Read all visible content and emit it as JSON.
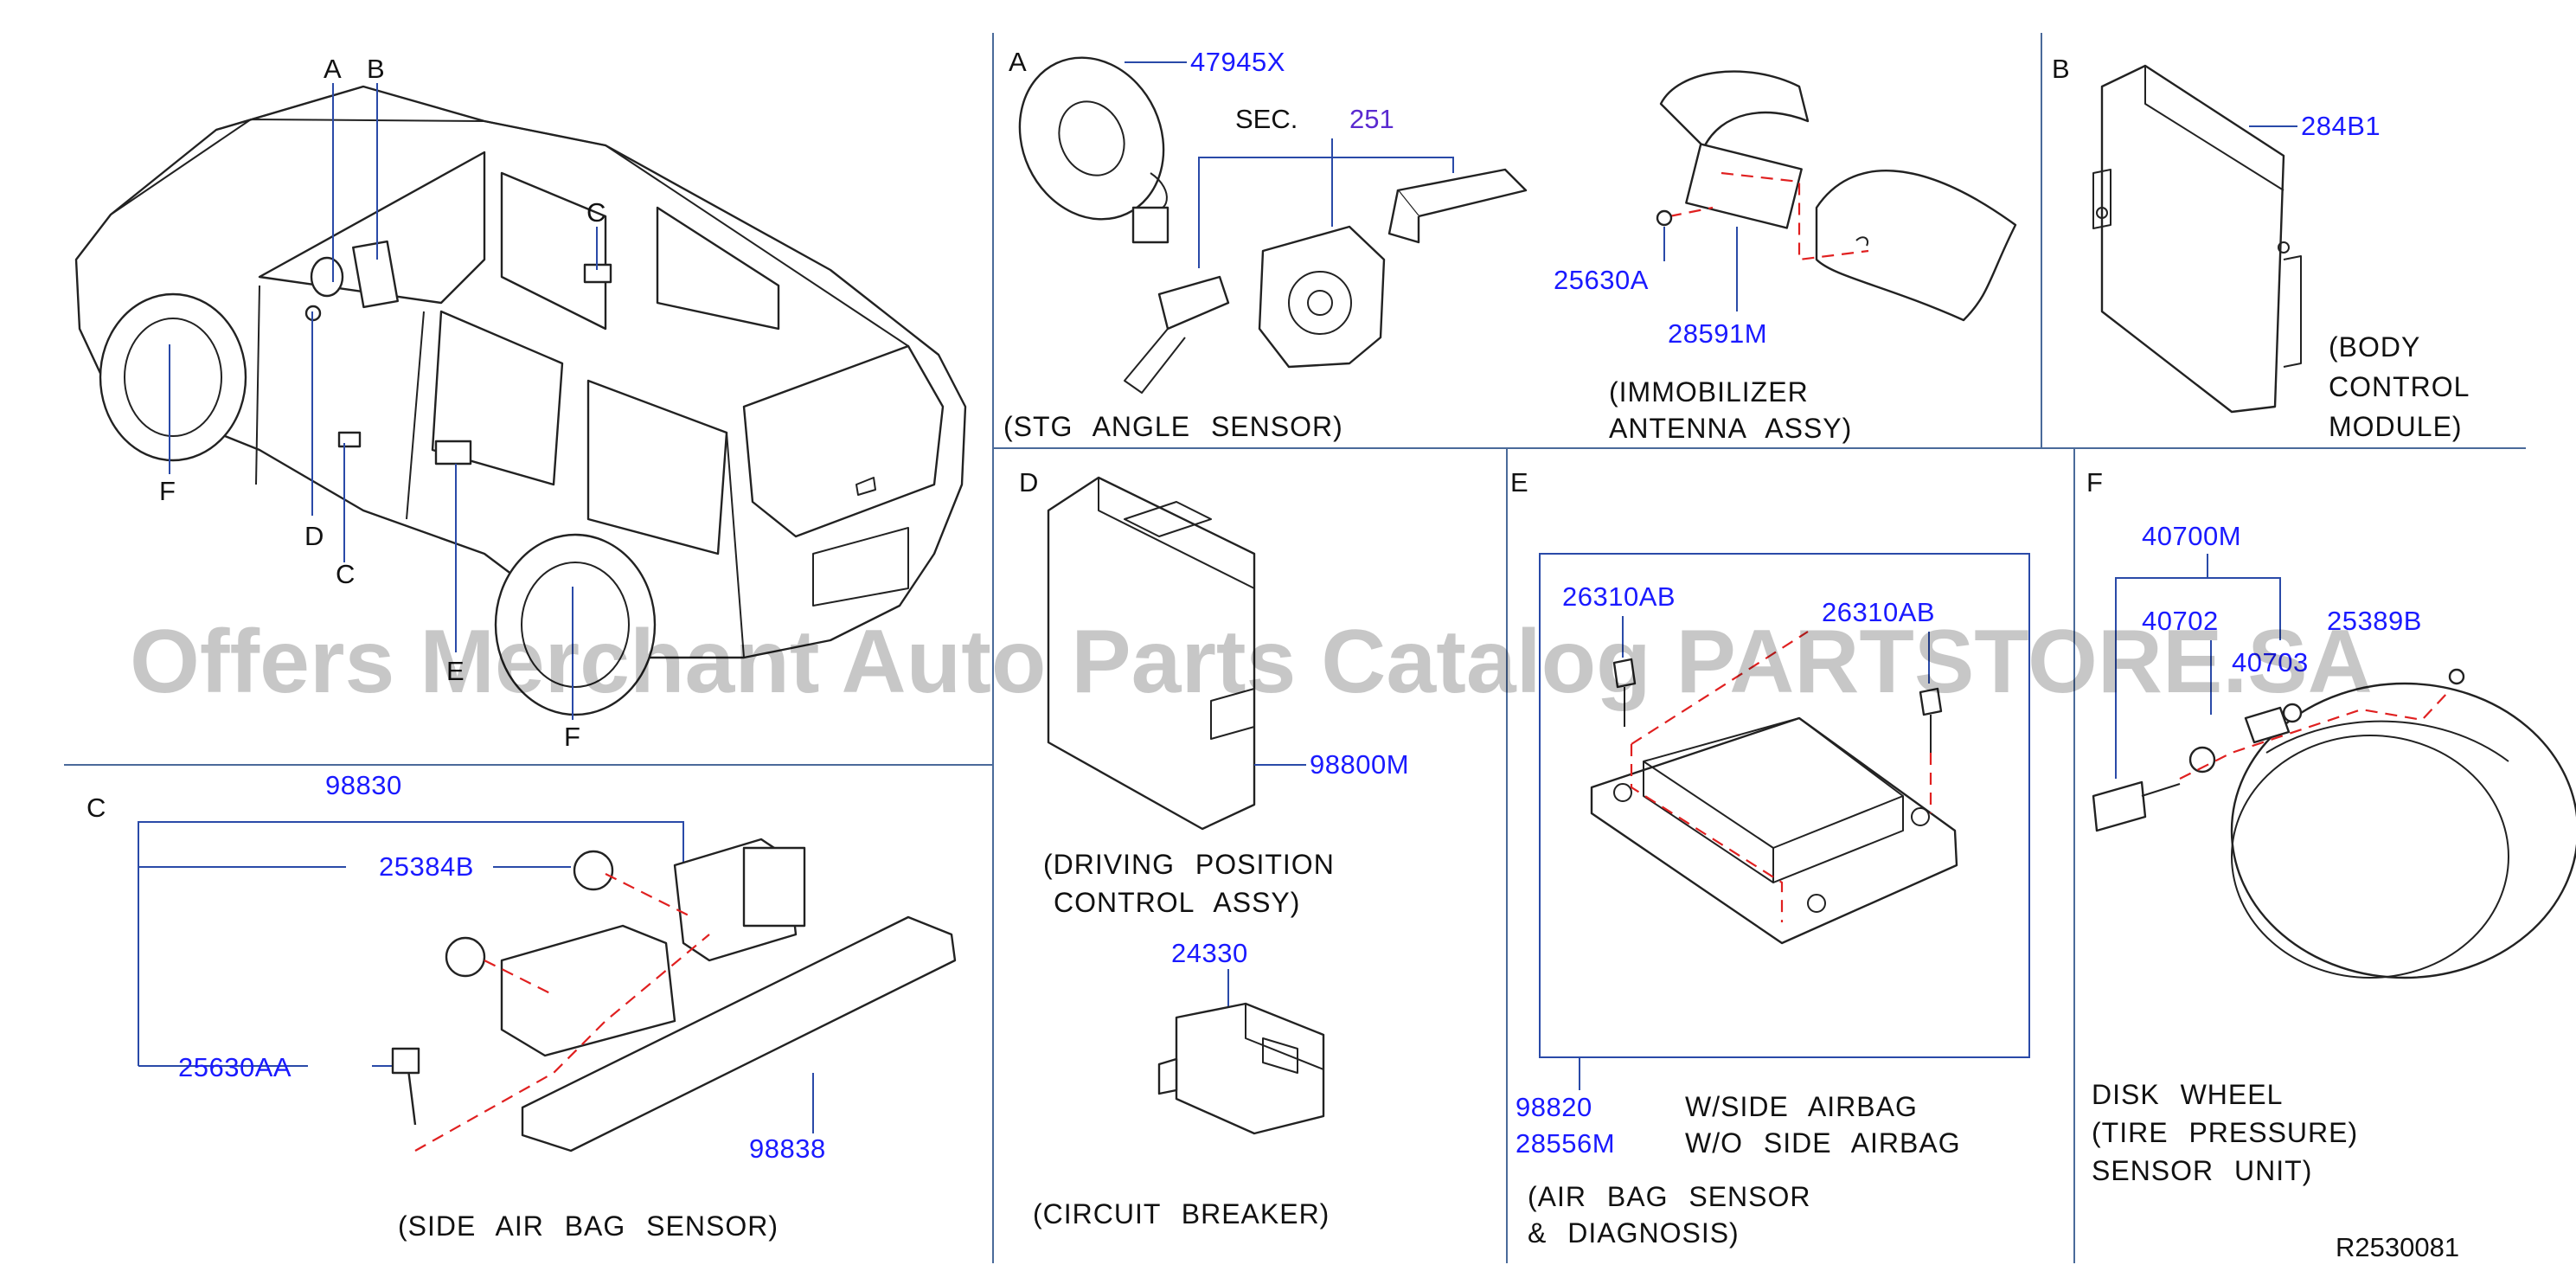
{
  "diagram_ref": "R2530081",
  "watermark": "Offers Merchant Auto Parts Catalog PARTSTORE.SA",
  "vehicle": {
    "callouts": {
      "a": "A",
      "b": "B",
      "c1": "C",
      "c2": "C",
      "d": "D",
      "e": "E",
      "f1": "F",
      "f2": "F"
    }
  },
  "section_a": {
    "letter": "A",
    "parts": {
      "p1": "47945X",
      "p2": "25630A",
      "p3": "28591M"
    },
    "sec_label": "SEC.",
    "sec_number": "251",
    "caption_left": "(STG  ANGLE  SENSOR)",
    "caption_right_1": "(IMMOBILIZER",
    "caption_right_2": "ANTENNA  ASSY)"
  },
  "section_b": {
    "letter": "B",
    "parts": {
      "p1": "284B1"
    },
    "caption_1": "(BODY",
    "caption_2": "CONTROL",
    "caption_3": "MODULE)"
  },
  "section_c": {
    "letter": "C",
    "parts": {
      "p1": "98830",
      "p2": "25384B",
      "p3": "25630AA",
      "p4": "98838"
    },
    "caption": "(SIDE  AIR  BAG  SENSOR)"
  },
  "section_d": {
    "letter": "D",
    "parts": {
      "p1": "98800M",
      "p2": "24330"
    },
    "caption_1": "(DRIVING  POSITION",
    "caption_2": "CONTROL  ASSY)",
    "caption_3": "(CIRCUIT  BREAKER)"
  },
  "section_e": {
    "letter": "E",
    "parts": {
      "p1": "26310AB",
      "p2": "26310AB",
      "p3": "98820",
      "p4": "28556M"
    },
    "note_1": "W/SIDE  AIRBAG",
    "note_2": "W/O  SIDE  AIRBAG",
    "caption_1": "(AIR  BAG  SENSOR",
    "caption_2": "&  DIAGNOSIS)"
  },
  "section_f": {
    "letter": "F",
    "parts": {
      "p1": "40700M",
      "p2": "40702",
      "p3": "25389B",
      "p4": "40703"
    },
    "caption_1": "DISK  WHEEL",
    "caption_2": "(TIRE  PRESSURE)",
    "caption_3": "SENSOR  UNIT)"
  }
}
